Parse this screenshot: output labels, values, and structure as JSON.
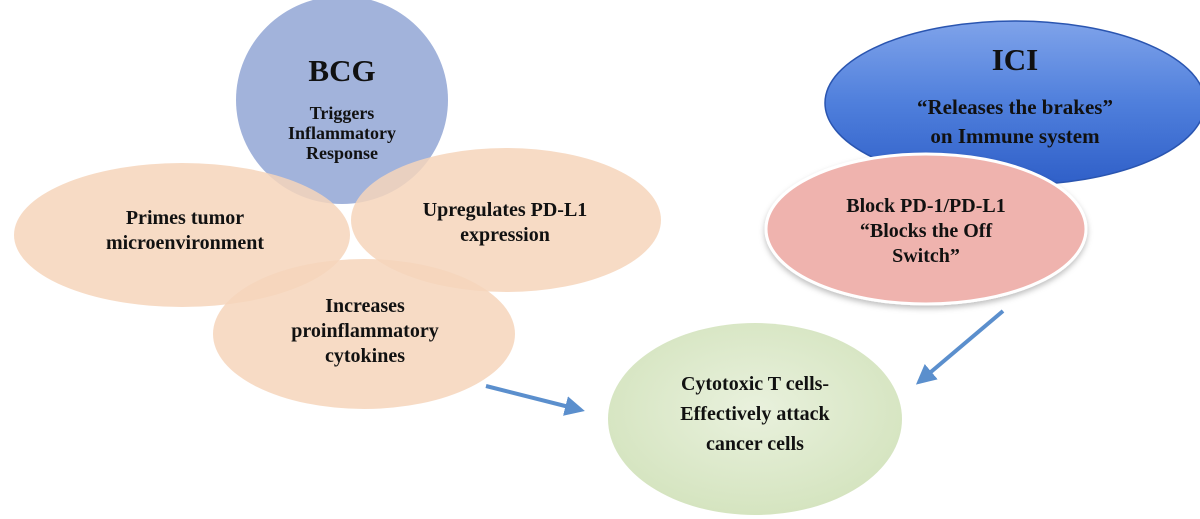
{
  "bcg": {
    "title": "BCG",
    "line1": "Triggers",
    "line2": "Inflammatory",
    "line3": "Response"
  },
  "primes": {
    "line1": "Primes tumor",
    "line2": "microenvironment"
  },
  "upregulates": {
    "line1": "Upregulates PD-L1",
    "line2": "expression"
  },
  "increases": {
    "line1": "Increases",
    "line2": "proinflammatory",
    "line3": "cytokines"
  },
  "ici": {
    "title": "ICI",
    "line1": "“Releases the brakes”",
    "line2": "on Immune system"
  },
  "block": {
    "line1": "Block PD-1/PD-L1",
    "line2": "“Blocks the Off",
    "line3": "Switch”"
  },
  "tcells": {
    "line1": "Cytotoxic T cells-",
    "line2": "Effectively attack",
    "line3": "cancer cells"
  },
  "colors": {
    "bcg_fill": "#9aadd8",
    "peach_fill": "#f6d5bb",
    "ici_fill": "#3f6fd4",
    "block_fill": "#efb3ae",
    "tcell_fill": "#dde9cd",
    "arrow": "#5b8fcd"
  }
}
